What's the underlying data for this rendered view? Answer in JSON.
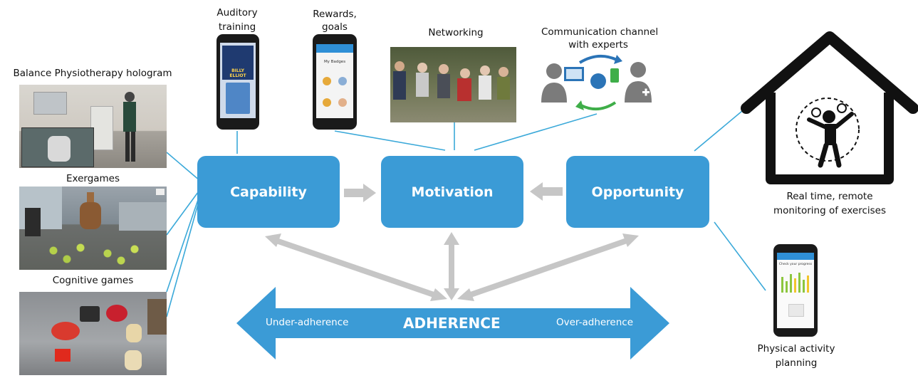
{
  "left_panels": {
    "balance_label": "Balance Physiotherapy hologram",
    "exergames_label": "Exergames",
    "cognitive_label": "Cognitive games"
  },
  "top_items": {
    "auditory_label_1": "Auditory",
    "auditory_label_2": "training",
    "rewards_label_1": "Rewards,",
    "rewards_label_2": "goals",
    "networking_label": "Networking",
    "communication_label_1": "Communication channel",
    "communication_label_2": "with experts"
  },
  "boxes": {
    "capability": "Capability",
    "motivation": "Motivation",
    "opportunity": "Opportunity"
  },
  "adherence": {
    "center": "ADHERENCE",
    "left": "Under-adherence",
    "right": "Over-adherence"
  },
  "right_items": {
    "monitoring_label_1": "Real time, remote",
    "monitoring_label_2": "monitoring of exercises",
    "planning_label_1": "Physical activity",
    "planning_label_2": "planning"
  },
  "phone_screens": {
    "badges_title": "My Badges",
    "progress_title": "Check your progress",
    "movie_caption": "BILLY ELLIOT"
  },
  "colors": {
    "box_blue": "#3b9bd6",
    "connector_blue": "#3ba9d9",
    "arrow_grey": "#c6c6c6"
  }
}
